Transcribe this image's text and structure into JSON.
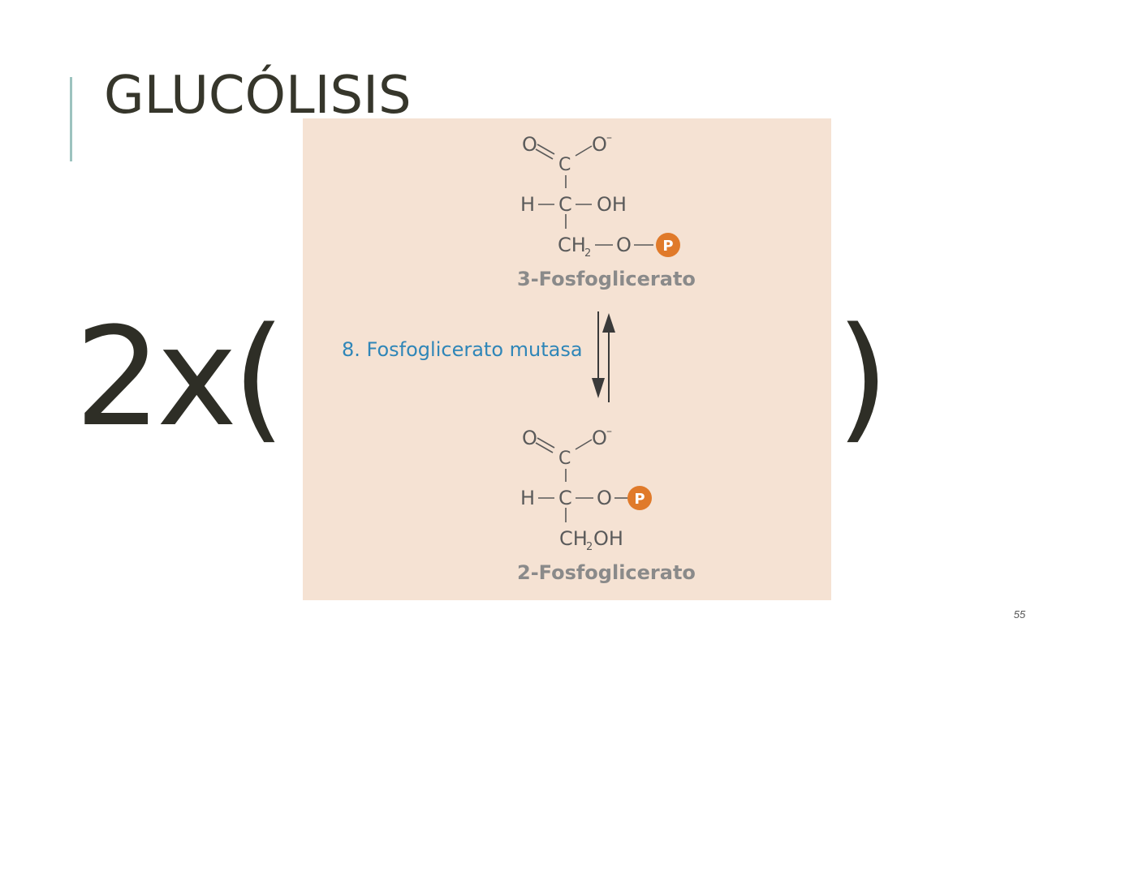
{
  "slide": {
    "title": "GLUCÓLISIS",
    "multiplier": "2x(",
    "closing_paren": ")",
    "page_number": "55"
  },
  "figure": {
    "top_compound": {
      "carboxyl_o": "O",
      "carboxyl_o_minus": "O",
      "charge": "–",
      "c1": "C",
      "c2_h": "H",
      "c2": "C",
      "c2_oh": "OH",
      "c3": "CH",
      "c3_sub": "2",
      "c3_o": "O",
      "phosphate": "P",
      "name": "3-Fosfoglicerato"
    },
    "enzyme": "8. Fosfoglicerato mutasa",
    "bottom_compound": {
      "carboxyl_o": "O",
      "carboxyl_o_minus": "O",
      "charge": "–",
      "c1": "C",
      "c2_h": "H",
      "c2": "C",
      "c2_o": "O",
      "phosphate": "P",
      "c3": "CH",
      "c3_sub": "2",
      "c3_oh": "OH",
      "name": "2-Fosfoglicerato"
    }
  },
  "colors": {
    "title": "#36362b",
    "accent": "#9cc3bf",
    "figure_bg": "#f5e2d3",
    "enzyme_text": "#2f86b8",
    "phosphate": "#e07a2a",
    "structure": "#5a5a5a"
  }
}
